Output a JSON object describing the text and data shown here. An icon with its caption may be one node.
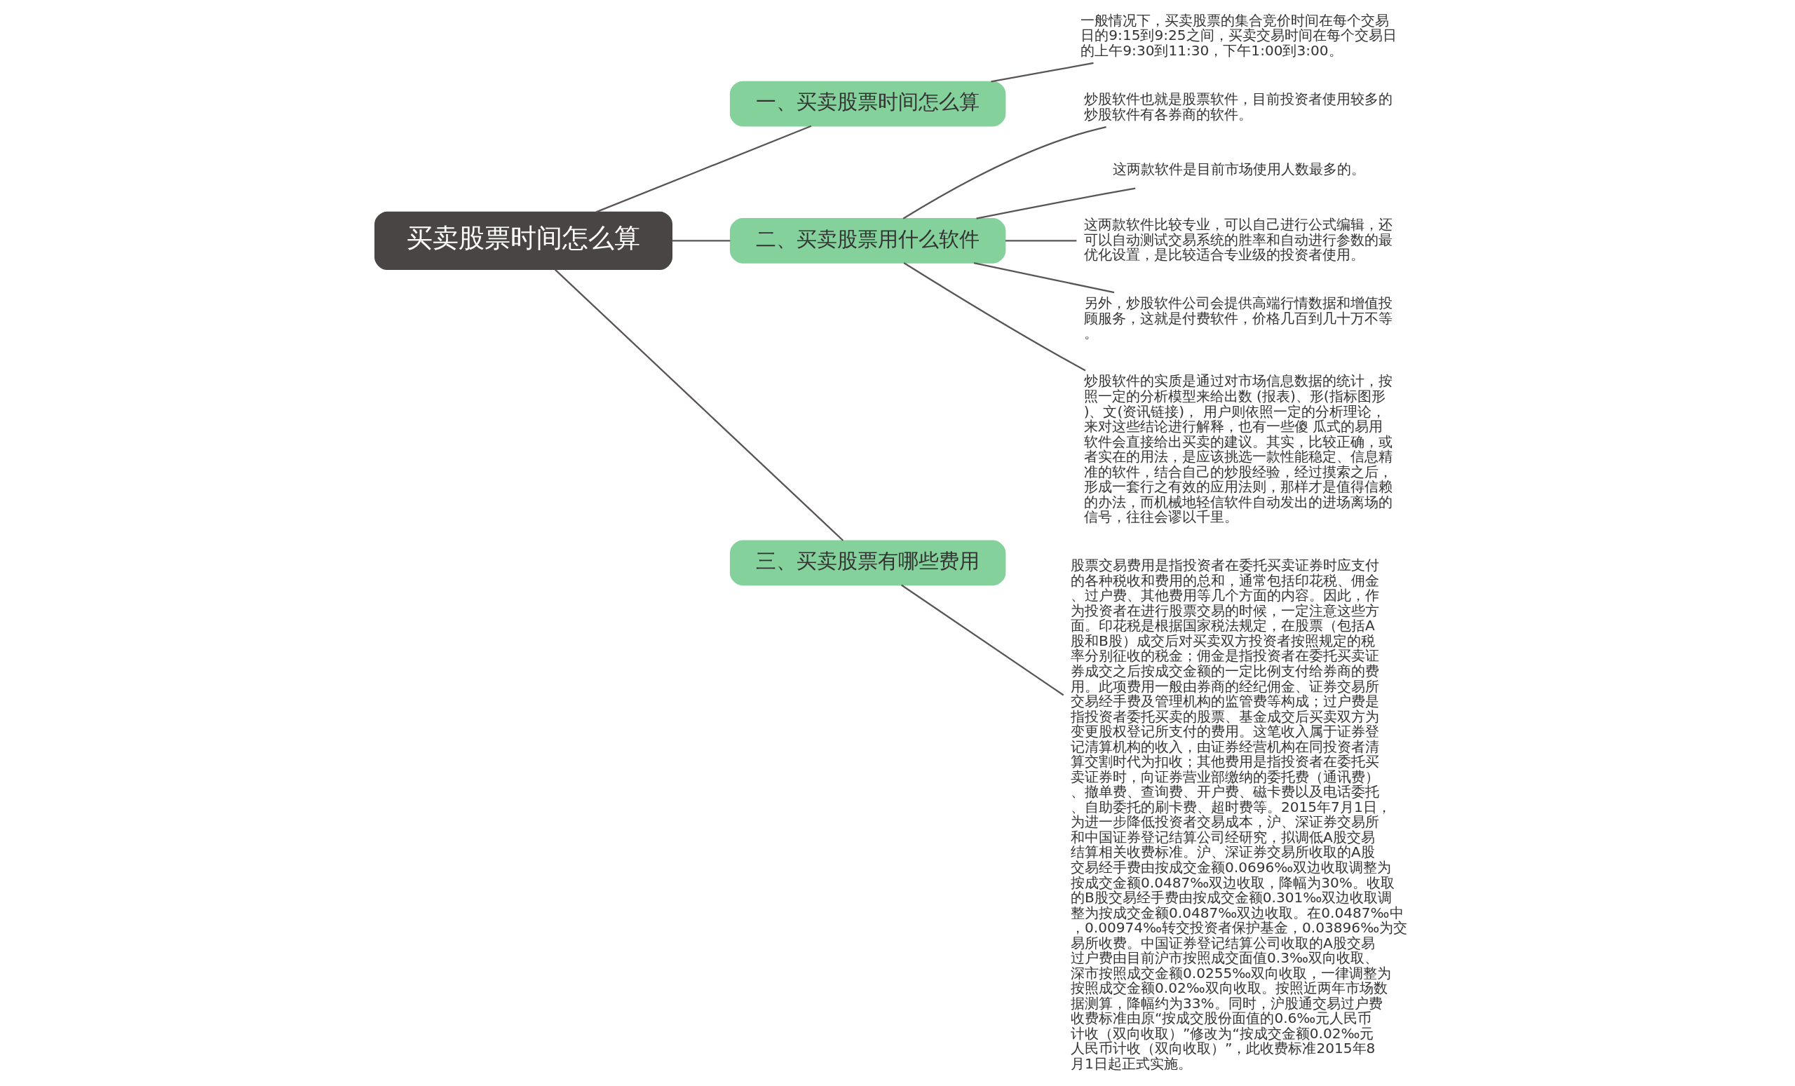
{
  "diagram": {
    "nodes": [
      {
        "text": [
          "买卖股票时间怎么算"
        ]
      },
      {
        "text": [
          "一、买卖股票时间怎么算"
        ]
      },
      {
        "text": [
          "一般情况下，买卖股票的集合竞价时间在每个交易日的9:15到9:25之间，买卖交易时间在每个交易日的上午9:30到11:30，下午1:00到3:00。"
        ]
      },
      {
        "text": [
          "二、买卖股票用什么软件"
        ]
      },
      {
        "text": [
          "炒股软件也就是股票软件，目前投资者使用较多的炒股软件有各券商的软件。"
        ]
      },
      {
        "text": [
          "这两款软件是目前市场使用人数最多的。"
        ]
      },
      {
        "text": [
          "这两款软件比较专业，可以自己进行公式编辑，还可以自动测试交易系统的胜率和自动进行参数的最优化设置，是比较适合专业级的投资者使用。"
        ]
      },
      {
        "text": [
          "另外，炒股软件公司会提供高端行情数据和增值投顾服务，这就是付费软件，价格几百到几十万不等。"
        ]
      },
      {
        "text": [
          "炒股软件的实质是通过对市场信息数据的统计，按照一定的分析模型来给出数 (报表)、形(指标图形)、文(资讯链接)， 用户则依照一定的分析理论，来对这些结论进行解释，也有一些傻 瓜式的易用软件会直接给出买卖的建议。其实，比较正确，或者实在的用法，是应该挑选一款性能稳定、信息精准的软件，结合自己的炒股经验，经过摸索之后，形成一套行之有效的应用法则，那样才是值得信赖的办法，而机械地轻信软件自动发出的进场离场的信号，往往会谬以千里。"
        ]
      },
      {
        "text": [
          "三、买卖股票有哪些费用"
        ]
      },
      {
        "text": [
          "股票交易费用是指投资者在委托买卖证券时应支付的各种税收和费用的总和，通常包括印花税、佣金、过户费、其他费用等几个方面的内容。因此，作为投资者在进行股票交易的时候，一定注意这些方面。印花税是根据国家税法规定，在股票（包括A股和B股）成交后对买卖双方投资者按照规定的税率分别征收的税金；佣金是指投资者在委托买卖证券成交之后按成交金额的一定比例支付给券商的费用。此项费用一般由券商的经纪佣金、证券交易所交易经手费及管理机构的监管费等构成；过户费是指投资者委托买卖的股票、基金成交后买卖双方为变更股权登记所支付的费用。这笔收入属于证券登记清算机构的收入，由证券经营机构在同投资者清算交割时代为扣收；其他费用是指投资者在委托买卖证券时，向证券营业部缴纳的委托费（通讯费）、撤单费、查询费、开户费、磁卡费以及电话委托、自助委托的刷卡费、超时费等。2015年7月1日，为进一步降低投资者交易成本，沪、深证券交易所和中国证券登记结算公司经研究，拟调低A股交易结算相关收费标准。沪、深证券交易所收取的A股交易经手费由按成交金额0.0696‰双边收取调整为按成交金额0.0487‰双边收取，降幅为30%。收取的B股交易经手费由按成交金额0.301‰双边收取调整为按成交金额0.0487‰双边收取。在0.0487‰中，0.00974‰转交投资者保护基金，0.03896‰为交易所收费。中国证券登记结算公司收取的A股交易过户费由目前沪市按照成交面值0.3‰双向收取、深市按照成交金额0.0255‰双向收取，一律调整为按照成交金额0.02‰双向收取。按照近两年市场数据测算，降幅约为33%。同时，沪股通交易过户费收费标准由原“按成交股份面值的0.6‰元人民币计收（双向收取）”修改为“按成交金额0.02‰元人民币计收（双向收取）”，此收费标准2015年8月1日起正式实施。"
        ]
      }
    ],
    "edges": [
      {
        "from": 0,
        "to": 1,
        "arrow": "none"
      },
      {
        "from": 1,
        "to": 2,
        "arrow": "none"
      },
      {
        "from": 0,
        "to": 3,
        "arrow": "none"
      },
      {
        "from": 3,
        "to": 4,
        "arrow": "none"
      },
      {
        "from": 3,
        "to": 5,
        "arrow": "none"
      },
      {
        "from": 3,
        "to": 6,
        "arrow": "none"
      },
      {
        "from": 3,
        "to": 7,
        "arrow": "none"
      },
      {
        "from": 3,
        "to": 8,
        "arrow": "none"
      },
      {
        "from": 0,
        "to": 9,
        "arrow": "none"
      },
      {
        "from": 9,
        "to": 10,
        "arrow": "none"
      }
    ]
  }
}
